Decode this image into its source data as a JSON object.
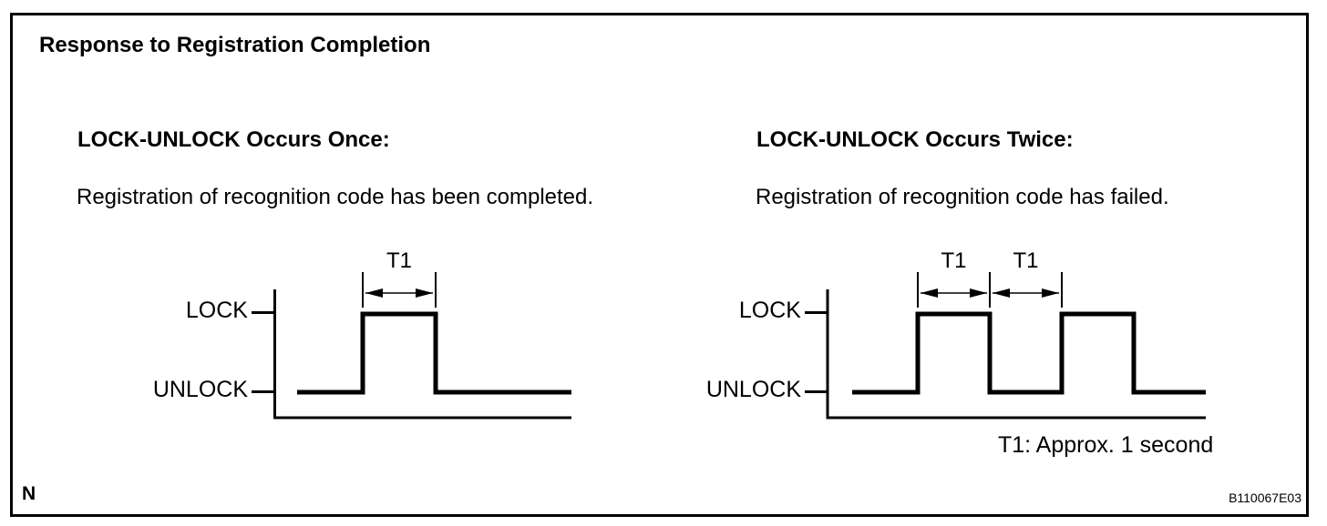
{
  "figure": {
    "title": "Response to Registration Completion",
    "note": "T1: Approx. 1 second",
    "page_letter": "N",
    "figure_code": "B110067E03",
    "colors": {
      "ink": "#000000",
      "background": "#ffffff"
    }
  },
  "sections": [
    {
      "heading": "LOCK-UNLOCK Occurs Once:",
      "description": "Registration of recognition code has been completed.",
      "high_label": "LOCK",
      "low_label": "UNLOCK",
      "t1_labels": [
        "T1"
      ]
    },
    {
      "heading": "LOCK-UNLOCK Occurs Twice:",
      "description": "Registration of recognition code has failed.",
      "high_label": "LOCK",
      "low_label": "UNLOCK",
      "t1_labels": [
        "T1",
        "T1"
      ]
    }
  ],
  "chart_data": [
    {
      "type": "timing",
      "title": "LOCK-UNLOCK Occurs Once:",
      "annotation": "Registration of recognition code has been completed.",
      "levels": [
        "UNLOCK",
        "LOCK"
      ],
      "sequence": [
        {
          "level": "UNLOCK"
        },
        {
          "level": "LOCK",
          "duration": "T1"
        },
        {
          "level": "UNLOCK"
        }
      ],
      "t1": "Approx. 1 second"
    },
    {
      "type": "timing",
      "title": "LOCK-UNLOCK Occurs Twice:",
      "annotation": "Registration of recognition code has failed.",
      "levels": [
        "UNLOCK",
        "LOCK"
      ],
      "sequence": [
        {
          "level": "UNLOCK"
        },
        {
          "level": "LOCK",
          "duration": "T1"
        },
        {
          "level": "UNLOCK",
          "duration": "T1"
        },
        {
          "level": "LOCK"
        },
        {
          "level": "UNLOCK"
        }
      ],
      "t1": "Approx. 1 second"
    }
  ]
}
